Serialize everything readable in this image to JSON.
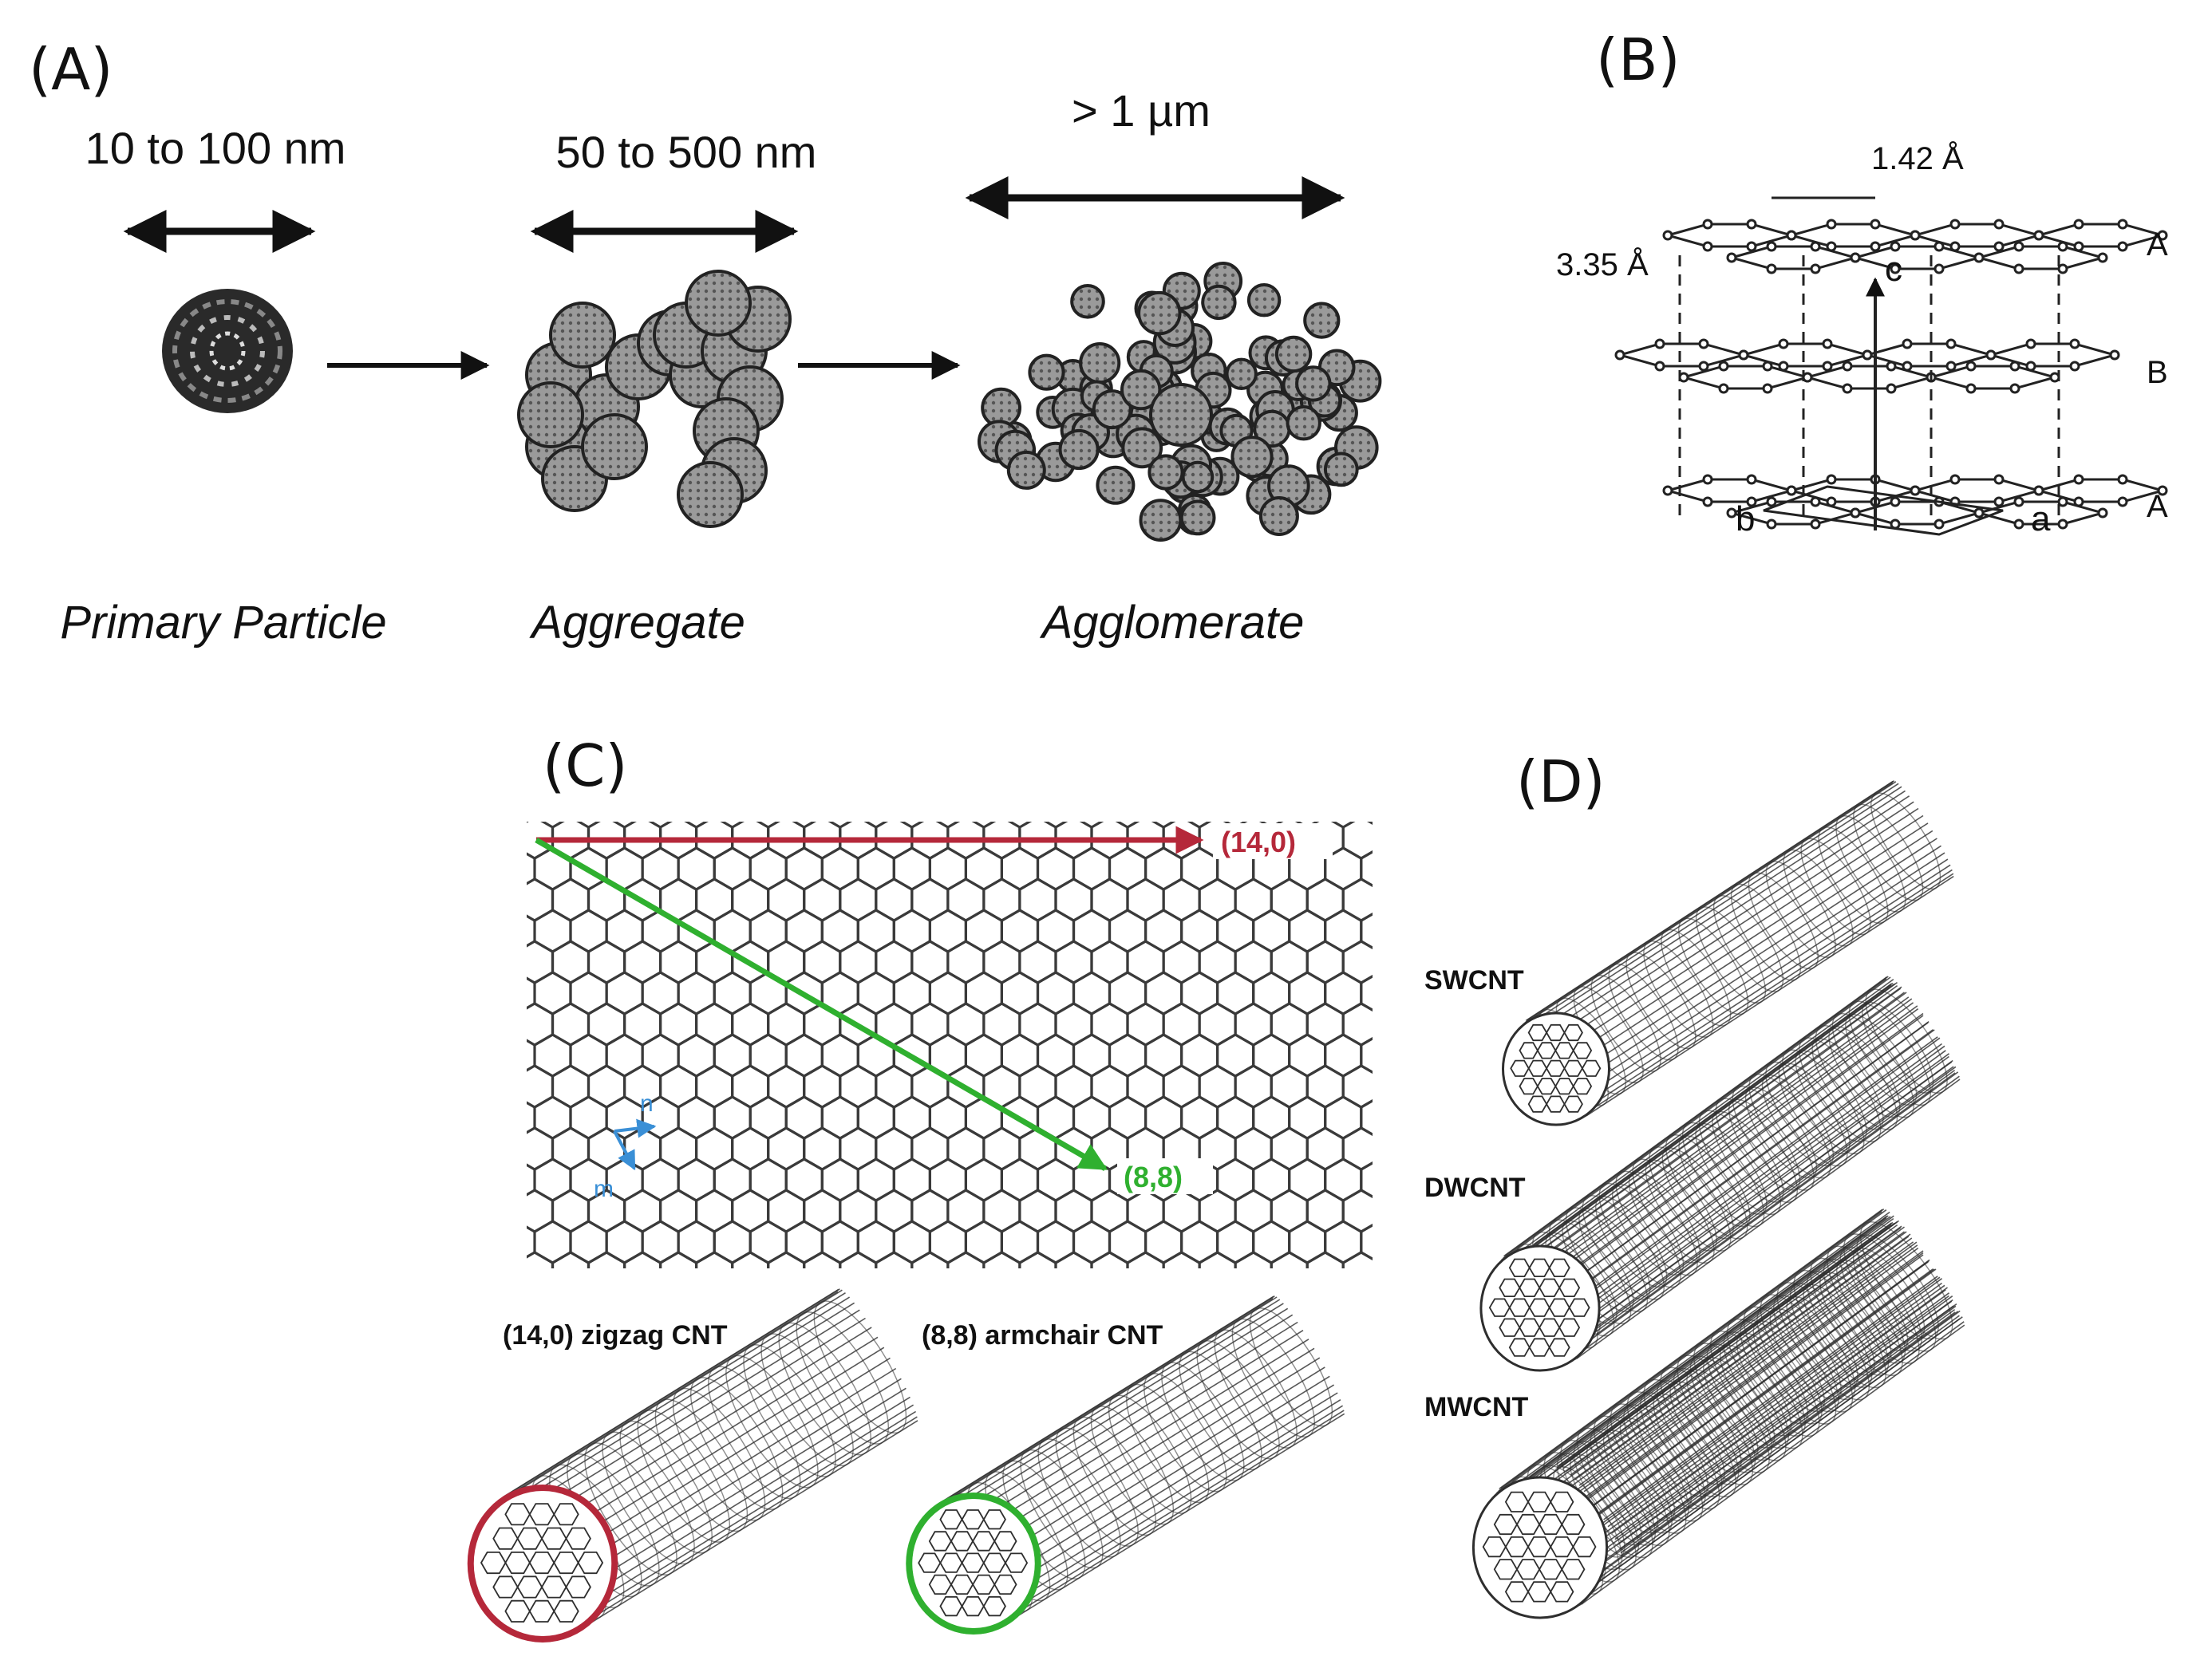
{
  "panels": {
    "a": "(A)",
    "b": "(B)",
    "c": "(C)",
    "d": "(D)"
  },
  "panel_a": {
    "size_primary": "10 to 100 nm",
    "size_aggregate": "50 to 500 nm",
    "size_agglomerate": "> 1 µm",
    "name_primary": "Primary Particle",
    "name_aggregate": "Aggregate",
    "name_agglomerate": "Agglomerate"
  },
  "panel_b": {
    "bond_length": "1.42 Å",
    "interlayer": "3.35 Å",
    "axis_c": "c",
    "axis_a": "a",
    "axis_b": "b",
    "layer_top": "A",
    "layer_middle": "B",
    "layer_bottom": "A"
  },
  "panel_c": {
    "vector_zigzag": "(14,0)",
    "vector_armchair": "(8,8)",
    "unit_n": "n",
    "unit_m": "m",
    "tube_zigzag": "(14,0) zigzag CNT",
    "tube_armchair": "(8,8) armchair CNT",
    "colors": {
      "zigzag": "#b5283a",
      "armchair": "#2fb02f",
      "unit": "#3a8fd6"
    }
  },
  "panel_d": {
    "swcnt": "SWCNT",
    "dwcnt": "DWCNT",
    "mwcnt": "MWCNT"
  }
}
